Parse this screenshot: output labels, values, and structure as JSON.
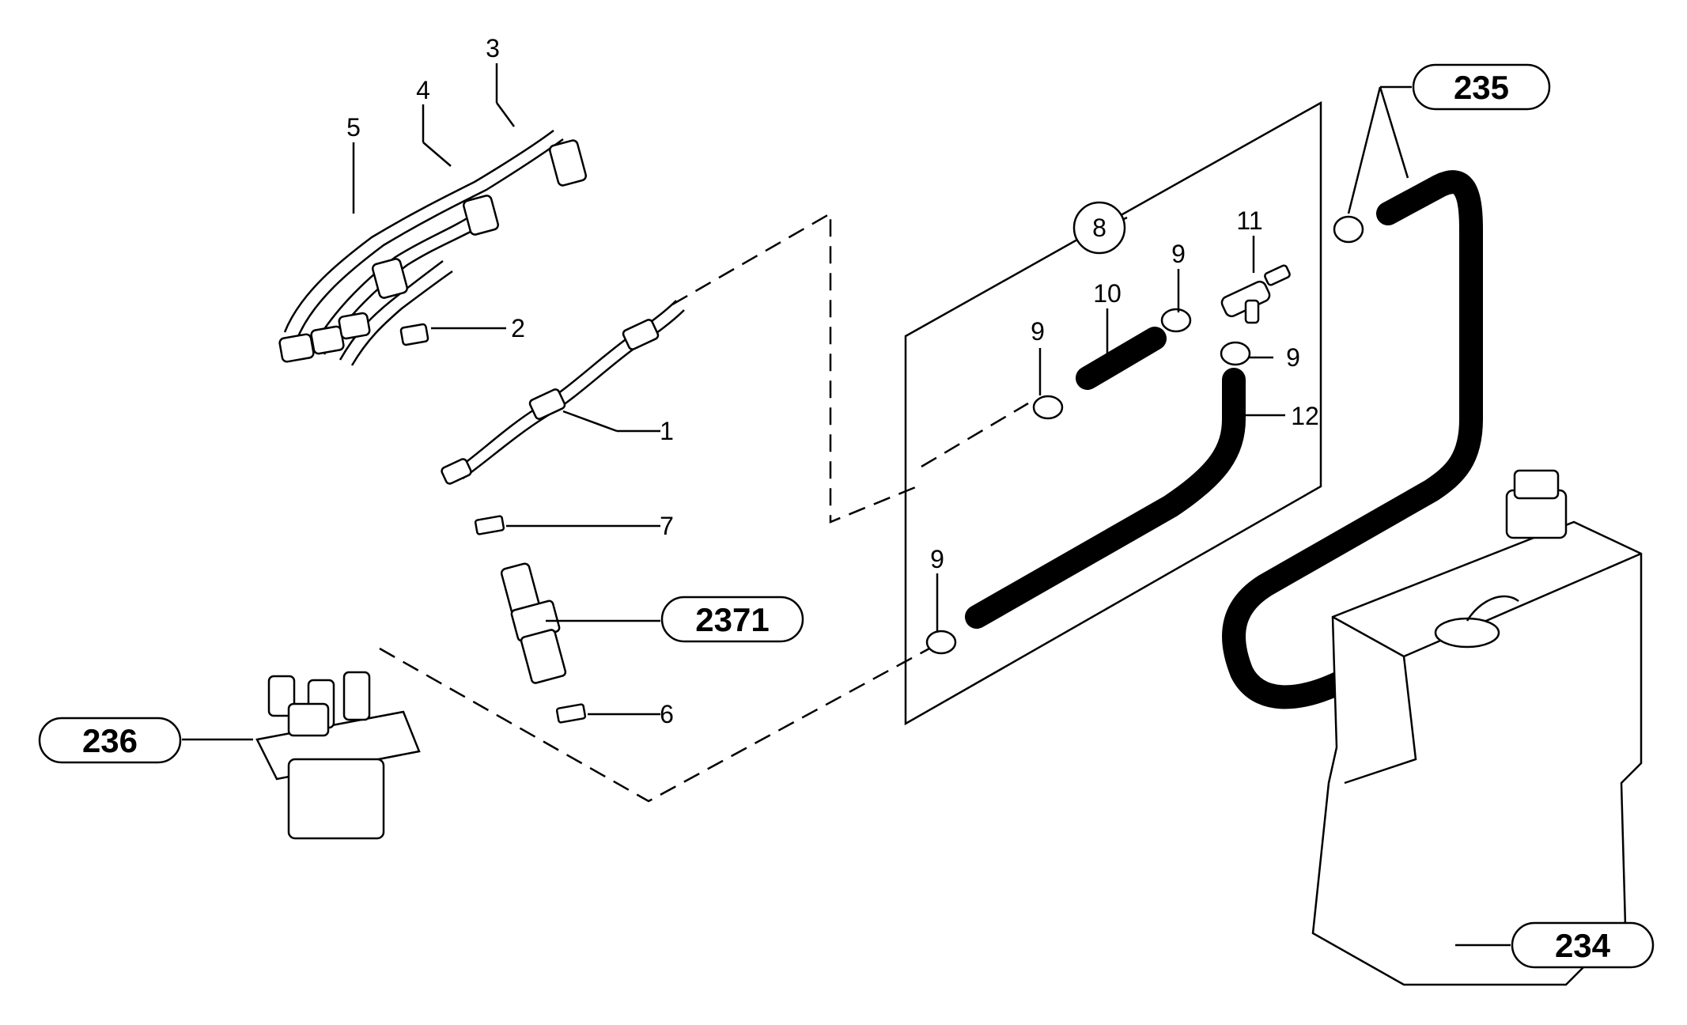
{
  "callouts": {
    "c1": "1",
    "c2": "2",
    "c3": "3",
    "c4": "4",
    "c5": "5",
    "c6": "6",
    "c7": "7",
    "c8": "8",
    "c9a": "9",
    "c9b": "9",
    "c9c": "9",
    "c9d": "9",
    "c10": "10",
    "c11": "11",
    "c12": "12"
  },
  "assemblies": {
    "a235": "235",
    "a2371": "2371",
    "a236": "236",
    "a234": "234"
  }
}
